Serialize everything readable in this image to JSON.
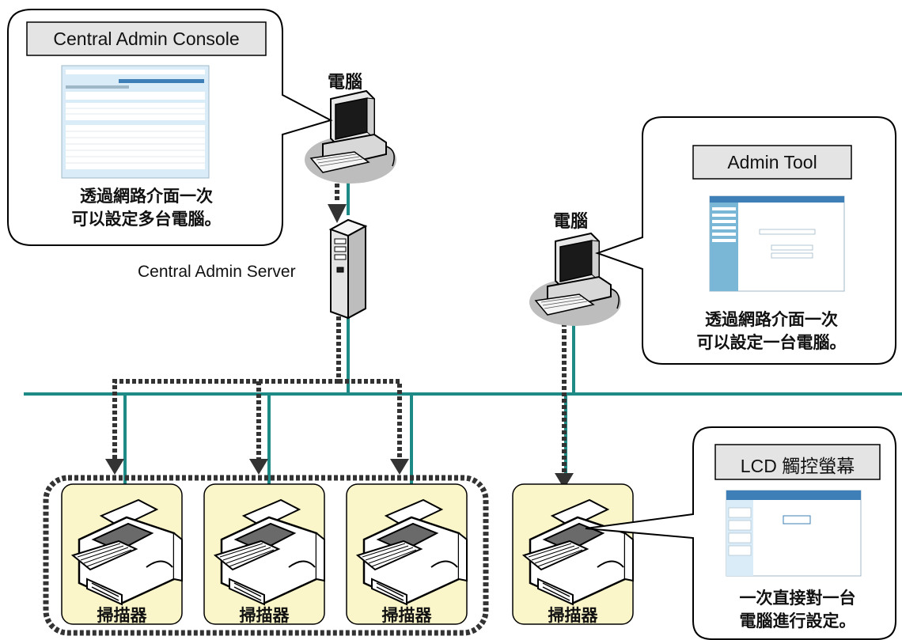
{
  "consoleBubble": {
    "label": "Central Admin Console",
    "desc_line1": "透過網路介面一次",
    "desc_line2": "可以設定多台電腦。"
  },
  "adminToolBubble": {
    "label": "Admin Tool",
    "desc_line1": "透過網路介面一次",
    "desc_line2": "可以設定一台電腦。"
  },
  "lcdBubble": {
    "label": "LCD 觸控螢幕",
    "desc_line1": "一次直接對一台",
    "desc_line2": "電腦進行設定。"
  },
  "pc1": {
    "label": "電腦"
  },
  "pc2": {
    "label": "電腦"
  },
  "server": {
    "label": "Central Admin Server"
  },
  "scanners": [
    {
      "label": "掃描器"
    },
    {
      "label": "掃描器"
    },
    {
      "label": "掃描器"
    },
    {
      "label": "掃描器"
    }
  ],
  "colors": {
    "network": "#1e8a85",
    "scannerBox": "#fbf6c9",
    "labelBox": "#e4e4e4",
    "screenBlue": "#d9ecf7",
    "dotted": "#333333"
  },
  "icons": [
    "desktop-computer-icon",
    "tower-server-icon",
    "scanner-device-icon",
    "down-arrow-icon"
  ]
}
